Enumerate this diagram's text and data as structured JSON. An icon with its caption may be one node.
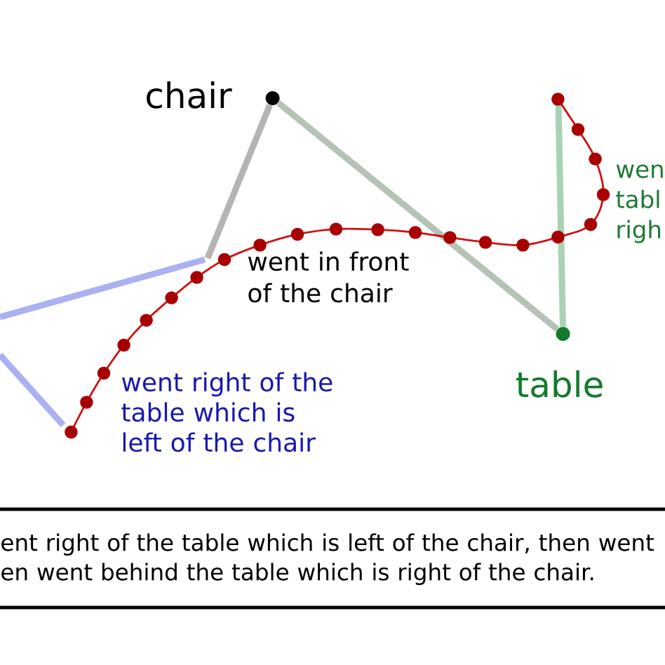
{
  "diagram": {
    "nodes": [
      {
        "text": [],
        "shape": "circle",
        "beside": [
          "chair"
        ]
      },
      {
        "text": [],
        "shape": "circle",
        "beside": [
          "table"
        ]
      },
      {
        "text": [
          "ent right of the table which is left of the chair, then went en went behind the table which is right of the chair."
        ]
      }
    ],
    "edges": [
      {
        "from": 0,
        "to": 1,
        "arrow": "none",
        "color": "#b6c2b6"
      },
      {
        "from": 0,
        "to": null,
        "arrow": "none",
        "color": "#b4b4b4"
      },
      {
        "from": 1,
        "to": null,
        "arrow": "none",
        "color": "#a9d2b4"
      }
    ],
    "labels": [
      "wen tabl righ",
      "went in front of the chair",
      "went right of the table which is left of the chair"
    ]
  }
}
